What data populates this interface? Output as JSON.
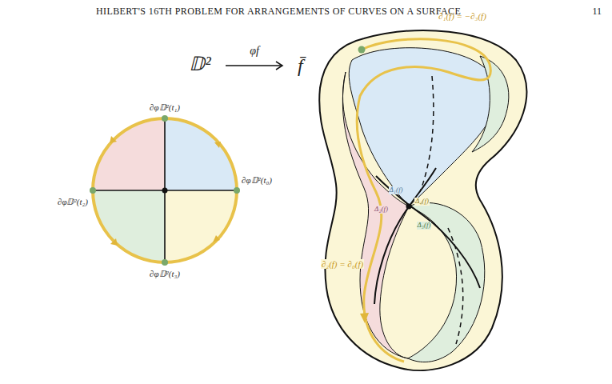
{
  "diagram": {
    "title": "HILBERT'S 16TH PROBLEM FOR ARRANGEMENTS OF CURVES ON A SURFACE",
    "labels": [
      "11",
      "∂φ𝔻²(t₁)",
      "∂φ𝔻²(t₀)",
      "∂φ𝔻²(t₂)",
      "∂φ𝔻²(t₃)",
      "𝔻²",
      "φf",
      "f̄",
      "∂₁(f) = −∂₃(f)",
      "Δ₁(f)",
      "Δ₂(f)",
      "Δ₄(f)",
      "Δ₃(f)",
      "∂₂(f) = ∂₀(f)"
    ]
  }
}
